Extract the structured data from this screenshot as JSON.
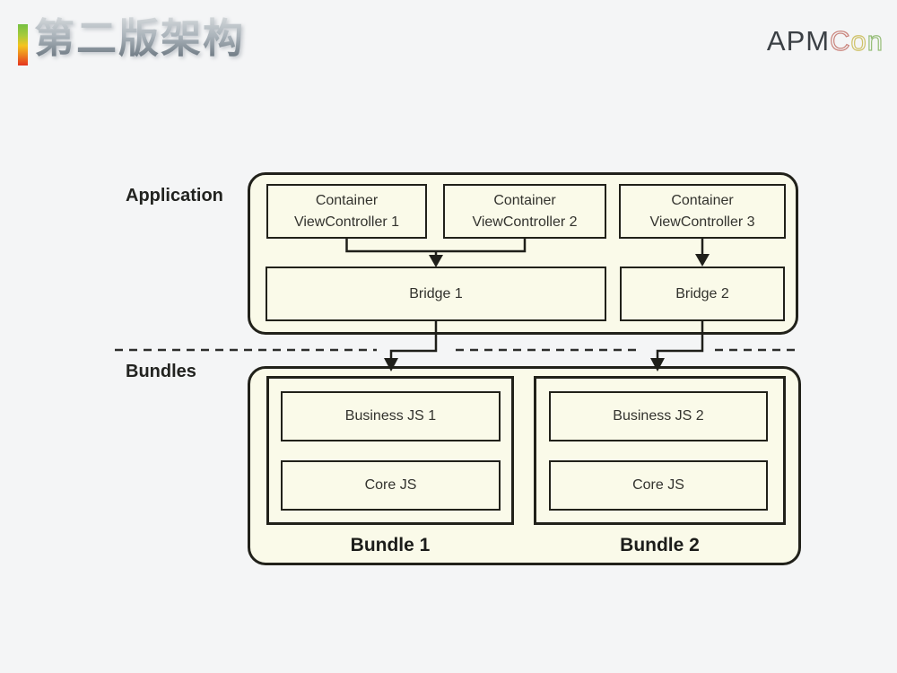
{
  "header": {
    "title": "第二版架构",
    "logo": {
      "solid": "APM",
      "outline": [
        "C",
        "o",
        "n"
      ]
    }
  },
  "application": {
    "label": "Application",
    "view_controllers": [
      {
        "line1": "Container",
        "line2": "ViewController 1"
      },
      {
        "line1": "Container",
        "line2": "ViewController 2"
      },
      {
        "line1": "Container",
        "line2": "ViewController 3"
      }
    ],
    "bridges": [
      "Bridge 1",
      "Bridge 2"
    ]
  },
  "bundles": {
    "label": "Bundles",
    "items": [
      {
        "title": "Bundle 1",
        "boxes": [
          "Business JS 1",
          "Core JS"
        ]
      },
      {
        "title": "Bundle 2",
        "boxes": [
          "Business JS 2",
          "Core JS"
        ]
      }
    ]
  },
  "colors": {
    "accent_green": "#76c043",
    "accent_yellow": "#f5c41d",
    "accent_red": "#e5341f",
    "box_fill": "#fafae9",
    "box_border": "#21211a",
    "logo_c_outline": "#c9837b",
    "logo_o_outline": "#cfc268",
    "logo_n_outline": "#96bd78",
    "title_gradient_top": "#d8dcde",
    "title_gradient_bottom": "#5f6b75",
    "page_background": "#f4f5f6"
  }
}
